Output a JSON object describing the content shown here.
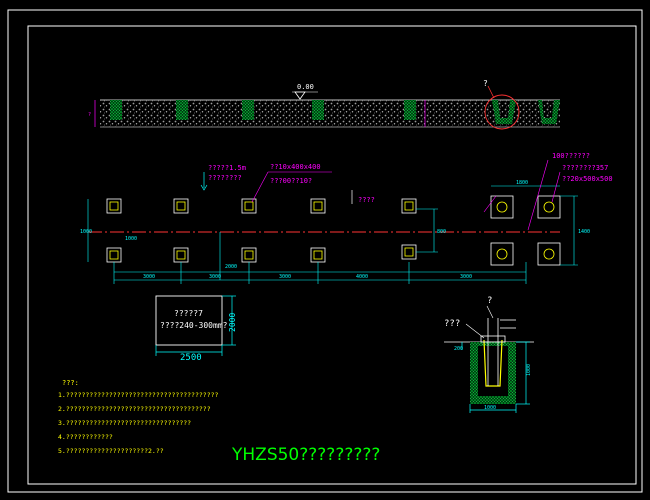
{
  "colors": {
    "background": "#000000",
    "frame": "#ffffff",
    "dimension": "#00ffff",
    "centerline": "#ff3333",
    "annotation": "#ff00ff",
    "footing": "#ffff00",
    "concrete": "#00cc33",
    "gravel": "#9a9a9a",
    "title": "#00ff00"
  },
  "section": {
    "elevation_label": "0.00",
    "callout_label": "?",
    "left_dim_label": "?"
  },
  "plan": {
    "annotations": [
      "?????1.5m",
      "????????",
      "??10x400x400",
      "???00??10?",
      "????",
      "100??????",
      "????????357",
      "??20x500x500"
    ],
    "dimensions": [
      "3000",
      "3000",
      "2000",
      "3000",
      "4000",
      "3000",
      "1800",
      "1400",
      "800",
      "1000",
      "1000"
    ]
  },
  "pit_box": {
    "line1": "?????7",
    "line2": "????240-300mm?",
    "width_label": "2500",
    "height_label": "2000"
  },
  "detail": {
    "top_label": "?",
    "left_label": "???",
    "width_label": "1000",
    "height_label": "1000",
    "side_label": "200"
  },
  "notes": {
    "title": "???:",
    "items": [
      "1.???????????????????????????????????????",
      "2.?????????????????????????????????????",
      "3.????????????????????????????????",
      "4.????????????",
      "5.?????????????????????2.??"
    ]
  },
  "title": "YHZS50?????????"
}
